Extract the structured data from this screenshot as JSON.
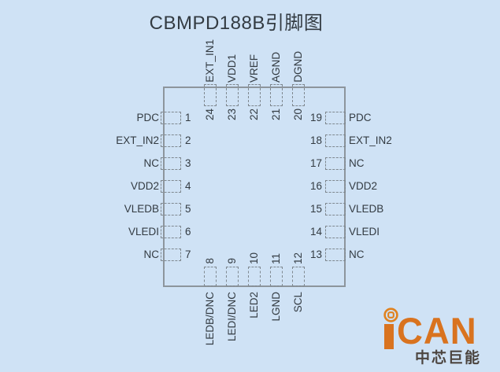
{
  "title": "CBMPD188B引脚图",
  "chip": {
    "pins": {
      "top": [
        {
          "num": "24",
          "label": "EXT_IN1"
        },
        {
          "num": "23",
          "label": "VDD1"
        },
        {
          "num": "22",
          "label": "VREF"
        },
        {
          "num": "21",
          "label": "AGND"
        },
        {
          "num": "20",
          "label": "DGND"
        }
      ],
      "left": [
        {
          "num": "1",
          "label": "PDC"
        },
        {
          "num": "2",
          "label": "EXT_IN2"
        },
        {
          "num": "3",
          "label": "NC"
        },
        {
          "num": "4",
          "label": "VDD2"
        },
        {
          "num": "5",
          "label": "VLEDB"
        },
        {
          "num": "6",
          "label": "VLEDI"
        },
        {
          "num": "7",
          "label": "NC"
        }
      ],
      "right": [
        {
          "num": "19",
          "label": "PDC"
        },
        {
          "num": "18",
          "label": "EXT_IN2"
        },
        {
          "num": "17",
          "label": "NC"
        },
        {
          "num": "16",
          "label": "VDD2"
        },
        {
          "num": "15",
          "label": "VLEDB"
        },
        {
          "num": "14",
          "label": "VLEDI"
        },
        {
          "num": "13",
          "label": "NC"
        }
      ],
      "bottom": [
        {
          "num": "8",
          "label": "LEDB/DNC"
        },
        {
          "num": "9",
          "label": "LEDI/DNC"
        },
        {
          "num": "10",
          "label": "LED2"
        },
        {
          "num": "11",
          "label": "LGND"
        },
        {
          "num": "12",
          "label": "SCL"
        }
      ]
    }
  },
  "logo": {
    "brand": "iCAN",
    "brand_suffix": "CAN",
    "company": "中芯巨能"
  },
  "colors": {
    "background": "#cfe2f5",
    "text": "#333b42",
    "chip_outline": "#8d959c",
    "pad_dash": "#7f888f",
    "logo_orange": "#d9731f",
    "logo_company_text": "#4c4540"
  }
}
